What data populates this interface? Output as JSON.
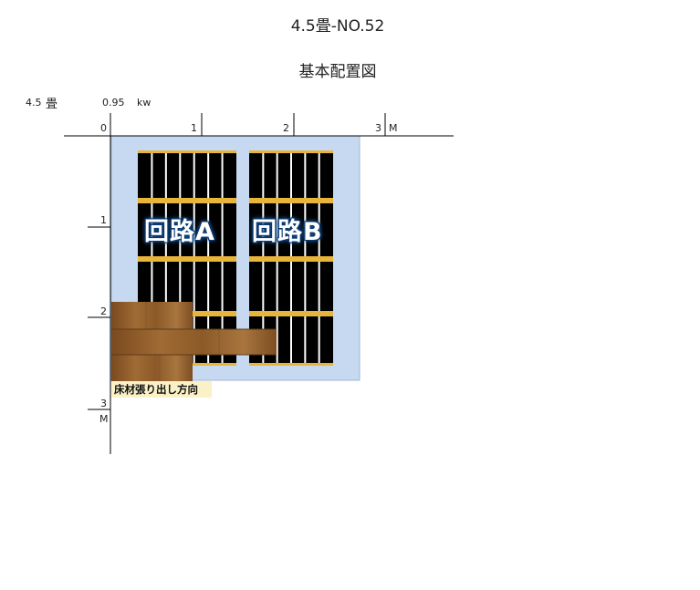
{
  "header": {
    "title": "4.5畳-NO.52",
    "subtitle": "基本配置図"
  },
  "info": {
    "room_size": "4.5",
    "room_unit": "畳",
    "power": "0.95",
    "power_unit": "kw"
  },
  "axes": {
    "x_ticks": [
      "0",
      "1",
      "2",
      "3"
    ],
    "x_unit": "M",
    "y_ticks": [
      "1",
      "2",
      "3"
    ],
    "y_unit": "M"
  },
  "circuits": {
    "a": "回路A",
    "b": "回路B"
  },
  "floor_label": "床材張り出し方向",
  "colors": {
    "room_fill": "#c7d9f1",
    "heater_black": "#000000",
    "heater_stripe": "#ffffff",
    "heater_border": "#e8b53a",
    "wood": "#8a5a2b"
  }
}
